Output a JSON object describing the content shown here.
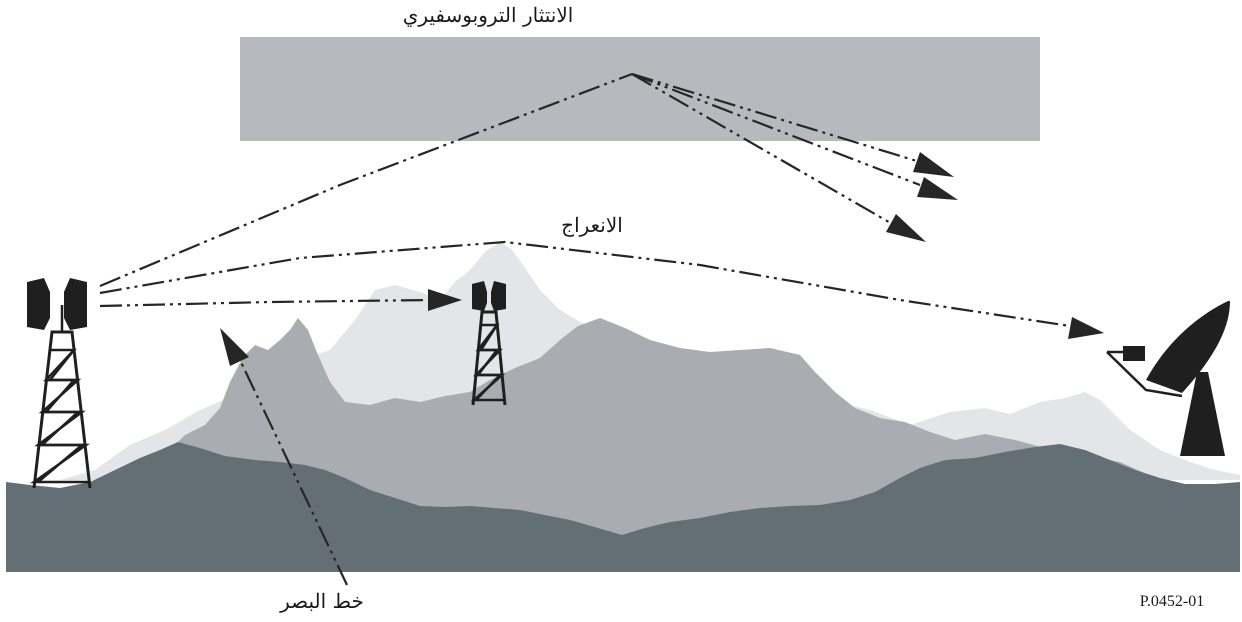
{
  "figure_id": "P.0452-01",
  "labels": {
    "troposcatter": "الانتثار التروبوسفيري",
    "diffraction": "الانعراج",
    "line_of_sight": "خط البصر"
  },
  "colors": {
    "troposphere_band": "#b6b9be",
    "far_mountains": "#e3e5e8",
    "mid_mountains": "#a9acb1",
    "near_ground": "#646e75",
    "lines": "#262626"
  }
}
